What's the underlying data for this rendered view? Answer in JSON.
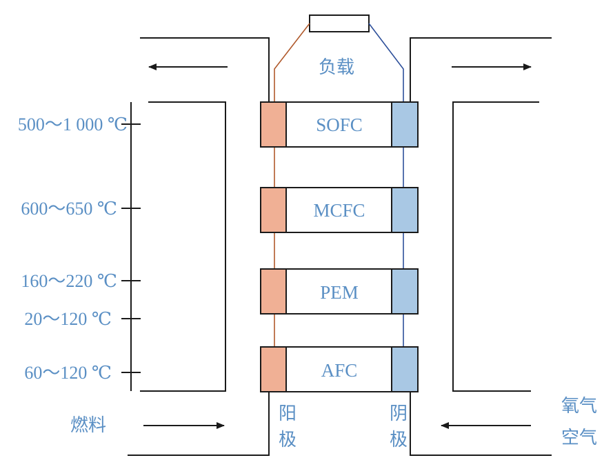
{
  "load_label": "负载",
  "temperatures": [
    "500～1 000 ℃",
    "600～650 ℃",
    "160～220 ℃",
    "20～120 ℃",
    "60～120 ℃"
  ],
  "cells": [
    "SOFC",
    "MCFC",
    "PEM",
    "AFC"
  ],
  "anode_label": [
    "阳",
    "极"
  ],
  "cathode_label": [
    "阴",
    "极"
  ],
  "fuel_label": "燃料",
  "oxidant_label": [
    "氧气",
    "空气"
  ],
  "colors": {
    "anode": "#f0b095",
    "cathode": "#a9c8e4",
    "anode_wire": "#b0592b",
    "cathode_wire": "#2d4f9a",
    "label": "#5a8fc4"
  }
}
